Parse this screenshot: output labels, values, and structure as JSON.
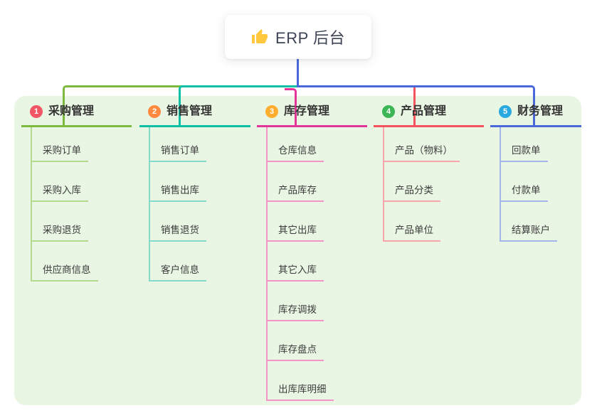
{
  "root": {
    "title": "ERP 后台",
    "icon": "thumbs-up-icon",
    "icon_color": "#FFC83D"
  },
  "colors": {
    "panel_background": "#EAF6E4",
    "root_connector": "#4A68D9",
    "header_text": "#333333",
    "child_text": "#3C3C3C"
  },
  "branches": [
    {
      "num": "1",
      "title": "采购管理",
      "badge_color": "#F25565",
      "line_color": "#7CB93E",
      "child_line_color": "#B2D98E",
      "children": [
        "采购订单",
        "采购入库",
        "采购退货",
        "供应商信息"
      ]
    },
    {
      "num": "2",
      "title": "销售管理",
      "badge_color": "#FF8A3F",
      "line_color": "#0FBFA5",
      "child_line_color": "#84D9CB",
      "children": [
        "销售订单",
        "销售出库",
        "销售退货",
        "客户信息"
      ]
    },
    {
      "num": "3",
      "title": "库存管理",
      "badge_color": "#FFAD2F",
      "line_color": "#E23499",
      "child_line_color": "#F494C6",
      "children": [
        "仓库信息",
        "产品库存",
        "其它出库",
        "其它入库",
        "库存调拨",
        "库存盘点",
        "出库库明细"
      ]
    },
    {
      "num": "4",
      "title": "产品管理",
      "badge_color": "#3CB554",
      "line_color": "#F5545C",
      "child_line_color": "#FAA5AA",
      "children": [
        "产品（物料）",
        "产品分类",
        "产品单位"
      ]
    },
    {
      "num": "5",
      "title": "财务管理",
      "badge_color": "#29A9E0",
      "line_color": "#4A68D9",
      "child_line_color": "#A6B5E9",
      "children": [
        "回款单",
        "付款单",
        "结算账户"
      ]
    }
  ]
}
